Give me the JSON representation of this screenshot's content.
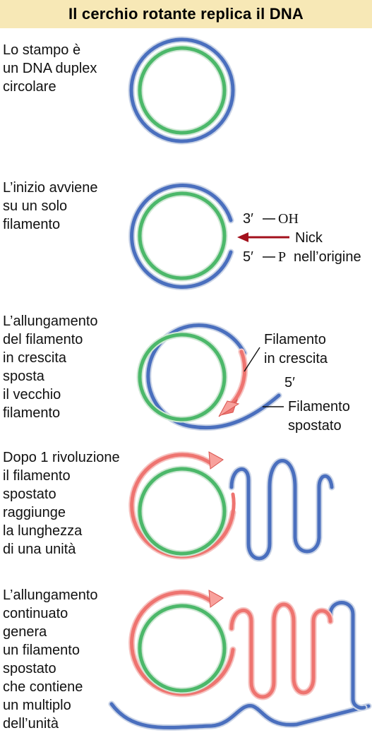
{
  "title": "Il cerchio rotante replica il DNA",
  "colors": {
    "title_bg": "#f7e8b6",
    "template_strand": "#4a6fbe",
    "new_strand": "#4cb86a",
    "growing_strand": "#ee7470",
    "nick_arrow": "#a3101c"
  },
  "steps": [
    {
      "lines": [
        "Lo stampo è",
        "un DNA duplex",
        "circolare"
      ]
    },
    {
      "lines": [
        "L’inizio avviene",
        "su un solo",
        "filamento"
      ]
    },
    {
      "lines": [
        "L’allungamento",
        "del filamento",
        "in crescita",
        "sposta",
        "il vecchio",
        "filamento"
      ]
    },
    {
      "lines": [
        "Dopo 1 rivoluzione",
        "il filamento",
        "spostato",
        "raggiunge",
        "la lunghezza",
        "di una unità"
      ]
    },
    {
      "lines": [
        "L’allungamento",
        "continuato",
        "genera",
        "un filamento",
        "spostato",
        "che contiene",
        "un multiplo",
        "dell’unità"
      ]
    }
  ],
  "annotations": {
    "end_3": "3′",
    "oh": "OH",
    "end_5": "5′",
    "p": "P",
    "nick_line1": "Nick",
    "nick_line2": "nell’origine",
    "growing_line1": "Filamento",
    "growing_line2": "in crescita",
    "displaced_end": "5′",
    "displaced_line1": "Filamento",
    "displaced_line2": "spostato"
  }
}
